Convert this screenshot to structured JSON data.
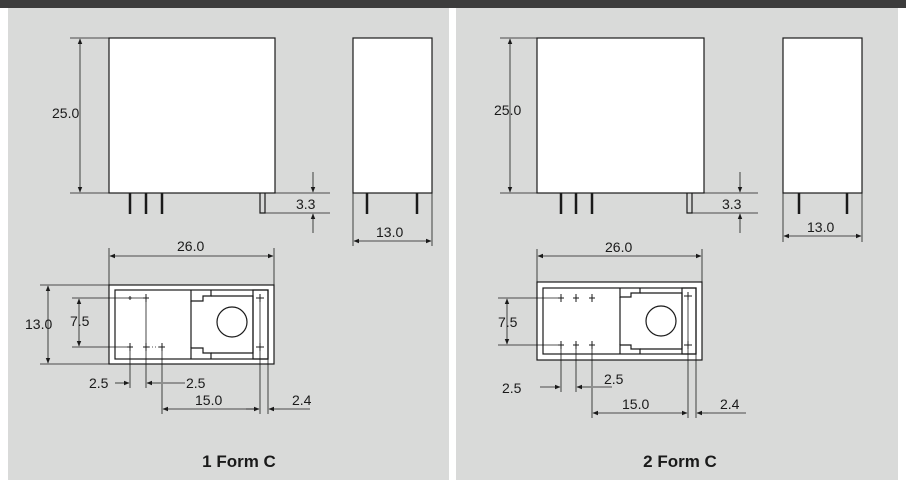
{
  "panels": [
    {
      "caption": "1 Form C",
      "dims": {
        "height": "25.0",
        "pin_length": "3.3",
        "side_width": "13.0",
        "length": "26.0",
        "width": "13.0",
        "row_pitch": "7.5",
        "pitch_left": "2.5",
        "pitch_right": "2.5",
        "span": "15.0",
        "edge": "2.4"
      }
    },
    {
      "caption": "2 Form C",
      "dims": {
        "height": "25.0",
        "pin_length": "3.3",
        "side_width": "13.0",
        "length": "26.0",
        "row_pitch": "7.5",
        "pitch_left": "2.5",
        "pitch_right": "2.5",
        "span": "15.0",
        "edge": "2.4"
      }
    }
  ],
  "colors": {
    "top_bar": "#3c3c3c",
    "panel_bg": "#d9dad9",
    "divider": "#ffffff",
    "drawing_fill": "#ffffff",
    "line": "#1a1a1a"
  }
}
